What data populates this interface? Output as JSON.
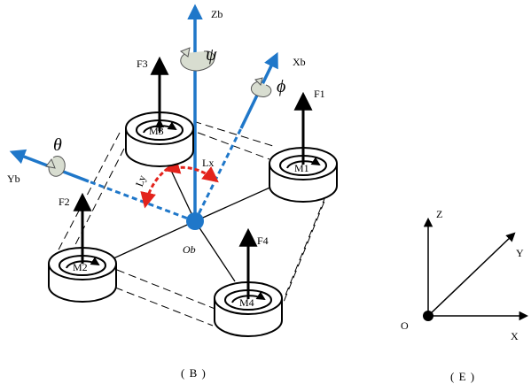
{
  "panel_b": {
    "caption": "( B )",
    "axes": {
      "zb": "Zb",
      "xb": "Xb",
      "yb": "Yb",
      "origin": "Ob"
    },
    "angles": {
      "psi": "ψ",
      "phi": "ϕ",
      "theta": "θ"
    },
    "arms": {
      "lx": "Lx",
      "ly": "Ly"
    },
    "motors": {
      "m1": {
        "label": "M1",
        "force": "F1"
      },
      "m2": {
        "label": "M2",
        "force": "F2"
      },
      "m3": {
        "label": "M3",
        "force": "F3"
      },
      "m4": {
        "label": "M4",
        "force": "F4"
      }
    },
    "colors": {
      "body_axis": "#1f77c9",
      "arm_length": "#e3231c",
      "rotation_arrow": "#d8ddd0"
    }
  },
  "panel_e": {
    "caption": "( E )",
    "axes": {
      "z": "Z",
      "y": "Y",
      "x": "X",
      "origin": "O"
    }
  }
}
